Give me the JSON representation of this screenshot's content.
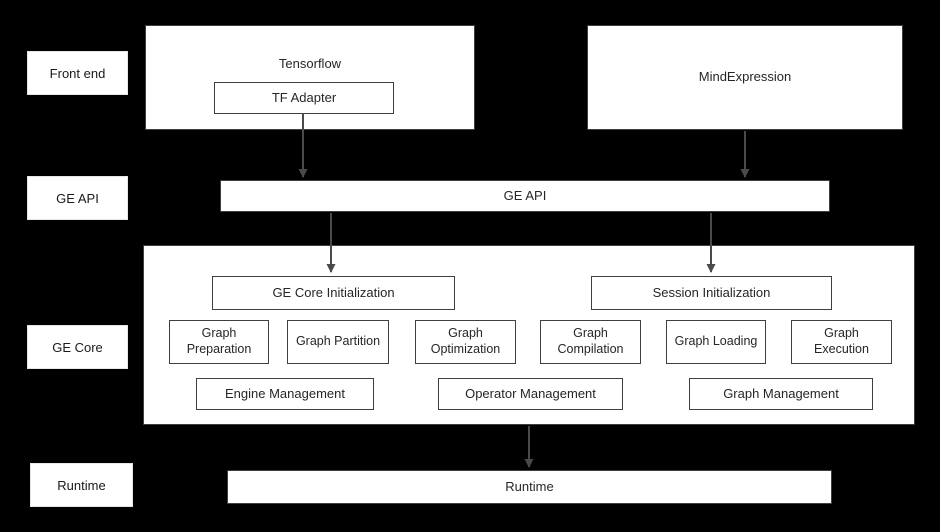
{
  "colors": {
    "background": "#000000",
    "box_background": "#ffffff",
    "box_border": "#3f3f3f",
    "text": "#262626",
    "arrow": "#4a4a4a"
  },
  "side_labels": {
    "front_end": "Front end",
    "ge_api": "GE API",
    "ge_core": "GE Core",
    "runtime": "Runtime"
  },
  "front_end": {
    "tensorflow_label": "Tensorflow",
    "tf_adapter_label": "TF Adapter",
    "mindexpression_label": "MindExpression"
  },
  "ge_api": {
    "label": "GE API"
  },
  "ge_core": {
    "ge_core_initialization": "GE Core Initialization",
    "session_initialization": "Session Initialization",
    "stages": [
      {
        "label": "Graph Preparation"
      },
      {
        "label": "Graph Partition"
      },
      {
        "label": "Graph Optimization"
      },
      {
        "label": "Graph Compilation"
      },
      {
        "label": "Graph Loading"
      },
      {
        "label": "Graph Execution"
      }
    ],
    "management": [
      {
        "label": "Engine Management"
      },
      {
        "label": "Operator Management"
      },
      {
        "label": "Graph Management"
      }
    ]
  },
  "runtime": {
    "label": "Runtime"
  }
}
